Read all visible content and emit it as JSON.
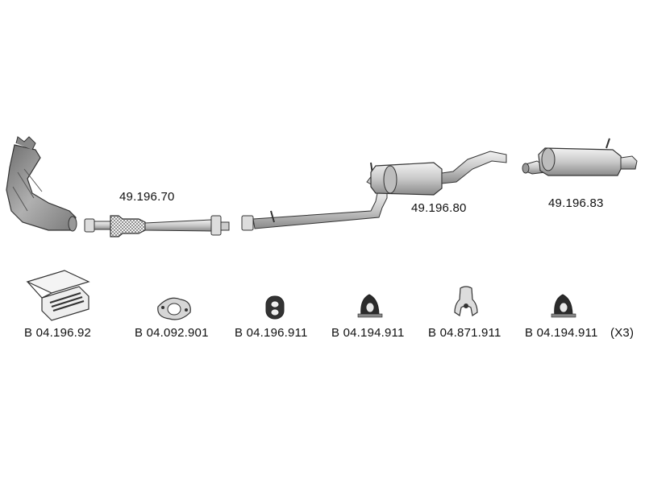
{
  "diagram": {
    "parts": [
      {
        "number": "49.196.70",
        "icon": "front-pipe-with-catalyst-icon"
      },
      {
        "number": "49.196.80",
        "icon": "middle-silencer-icon"
      },
      {
        "number": "49.196.83",
        "icon": "rear-silencer-icon"
      }
    ],
    "accessories": [
      {
        "code": "B 04.196.92",
        "icon": "mounting-kit-box-icon"
      },
      {
        "code": "B 04.092.901",
        "icon": "flange-gasket-icon"
      },
      {
        "code": "B 04.196.911",
        "icon": "rubber-hanger-icon"
      },
      {
        "code": "B 04.194.911",
        "icon": "rubber-mount-icon"
      },
      {
        "code": "B 04.871.911",
        "icon": "hanger-clamp-icon"
      },
      {
        "code": "B 04.194.911",
        "icon": "rubber-mount-icon",
        "quantity": "(X3)"
      }
    ],
    "colors": {
      "line": "#222222",
      "part_fill": "#d9d9d9",
      "shadow": "#9a9a9a"
    }
  }
}
